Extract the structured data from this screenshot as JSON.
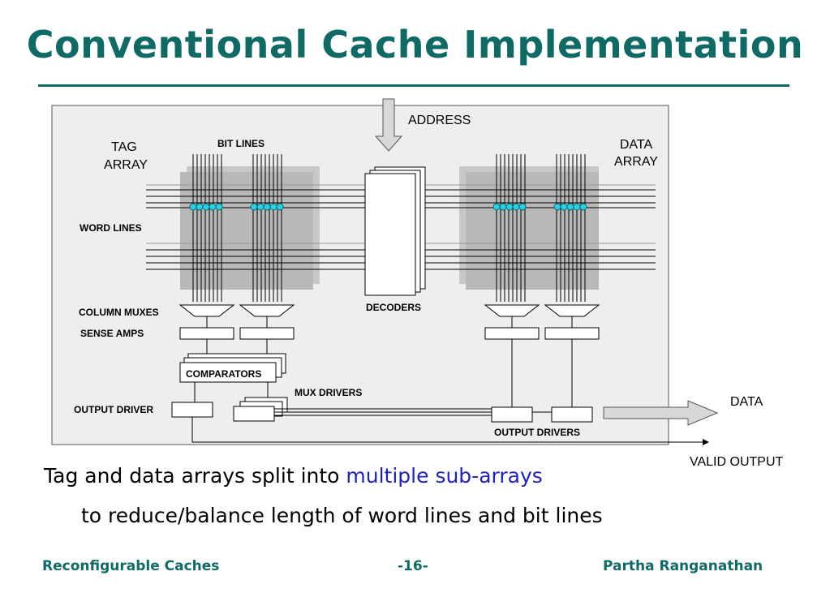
{
  "slide": {
    "title": "Conventional Cache Implementation",
    "bullet_prefix": "Tag and data arrays split into ",
    "bullet_highlight": "multiple sub-arrays",
    "sub_line": "to reduce/balance length of word lines and bit lines",
    "colors": {
      "title": "#0f6a66",
      "highlight": "#1f1fc6",
      "panel": "#eeeeee",
      "array": "#bdbdbd",
      "bit_dot": "#2ecfe0"
    }
  },
  "diagram": {
    "labels": {
      "address": "ADDRESS",
      "tag_array_1": "TAG",
      "tag_array_2": "ARRAY",
      "data_array_1": "DATA",
      "data_array_2": "ARRAY",
      "bit_lines": "BIT LINES",
      "word_lines": "WORD  LINES",
      "decoders": "DECODERS",
      "column_muxes": "COLUMN MUXES",
      "sense_amps": "SENSE AMPS",
      "comparators": "COMPARATORS",
      "mux_drivers": "MUX DRIVERS",
      "output_driver": "OUTPUT DRIVER",
      "output_drivers": "OUTPUT DRIVERS",
      "data_out": "DATA",
      "valid_output": "VALID OUTPUT"
    }
  },
  "footer": {
    "left": "Reconfigurable Caches",
    "center": "-16-",
    "right": "Partha Ranganathan"
  }
}
